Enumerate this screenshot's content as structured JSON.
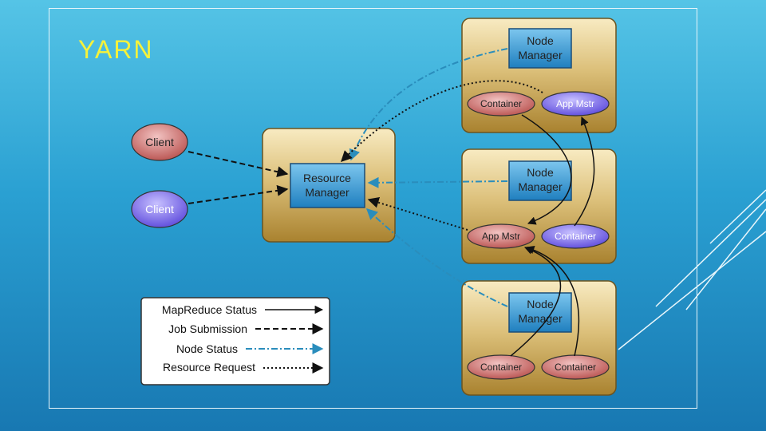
{
  "slide": {
    "title": "YARN"
  },
  "diagram": {
    "clients": [
      "Client",
      "Client"
    ],
    "resource_manager": {
      "line1": "Resource",
      "line2": "Manager"
    },
    "node_managers": [
      {
        "line1": "Node",
        "line2": "Manager",
        "pills": [
          "Container",
          "App Mstr"
        ]
      },
      {
        "line1": "Node",
        "line2": "Manager",
        "pills": [
          "App Mstr",
          "Container"
        ]
      },
      {
        "line1": "Node",
        "line2": "Manager",
        "pills": [
          "Container",
          "Container"
        ]
      }
    ]
  },
  "legend": {
    "items": [
      "MapReduce Status",
      "Job Submission",
      "Node Status",
      "Resource Request"
    ]
  },
  "colors": {
    "title": "#f6f23a",
    "box_gold": "#b9933a",
    "inner_box": "#2b8ec8",
    "client_red": "#c0615e",
    "pill_purple": "#6655dd",
    "node_status": "#2a8dbc"
  }
}
